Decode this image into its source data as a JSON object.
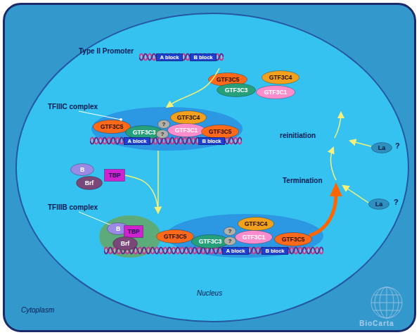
{
  "diagram": {
    "nodes": [
      {
        "text": [
          "Cytoplasm"
        ]
      },
      {
        "text": [
          "Nucleus"
        ],
        "in": 0
      },
      {
        "text": [
          "Type II Promoter"
        ],
        "in": 1
      },
      {
        "text": [
          "A block"
        ],
        "in": 2
      },
      {
        "text": [
          "B block"
        ],
        "in": 2
      },
      {
        "text": [
          "GTF3C5"
        ],
        "in": 1
      },
      {
        "text": [
          "GTF3C4"
        ],
        "in": 1
      },
      {
        "text": [
          "GTF3C3"
        ],
        "in": 1
      },
      {
        "text": [
          "GTF3C1"
        ],
        "in": 1
      },
      {
        "text": [
          "TFIIIC complex"
        ],
        "in": 1
      },
      {
        "text": [
          "GTF3C5"
        ],
        "in": 9
      },
      {
        "text": [
          "GTF3C3"
        ],
        "in": 9
      },
      {
        "text": [
          "?"
        ],
        "in": 9
      },
      {
        "text": [
          "?"
        ],
        "in": 9
      },
      {
        "text": [
          "GTF3C4"
        ],
        "in": 9
      },
      {
        "text": [
          "GTF3C1"
        ],
        "in": 9
      },
      {
        "text": [
          "GTF3C5"
        ],
        "in": 9
      },
      {
        "text": [
          "A block"
        ],
        "in": 9
      },
      {
        "text": [
          "B block"
        ],
        "in": 9
      },
      {
        "text": [
          "B"
        ],
        "in": 1
      },
      {
        "text": [
          "Brf"
        ],
        "in": 1
      },
      {
        "text": [
          "TBP"
        ],
        "in": 1
      },
      {
        "text": [
          "TFIIIB complex"
        ],
        "in": 1
      },
      {
        "text": [
          "B"
        ],
        "in": 22
      },
      {
        "text": [
          "TBP"
        ],
        "in": 22
      },
      {
        "text": [
          "Brf"
        ],
        "in": 22
      },
      {
        "text": [
          "GTF3C5"
        ],
        "in": 22
      },
      {
        "text": [
          "GTF3C3"
        ],
        "in": 22
      },
      {
        "text": [
          "?"
        ],
        "in": 22
      },
      {
        "text": [
          "?"
        ],
        "in": 22
      },
      {
        "text": [
          "GTF3C4"
        ],
        "in": 22
      },
      {
        "text": [
          "GTF3C1"
        ],
        "in": 22
      },
      {
        "text": [
          "GTF3C5"
        ],
        "in": 22
      },
      {
        "text": [
          "A block"
        ],
        "in": 22
      },
      {
        "text": [
          "B block"
        ],
        "in": 22
      },
      {
        "text": [
          "La"
        ],
        "in": 1
      },
      {
        "text": [
          "La"
        ],
        "in": 1
      }
    ],
    "edges": [
      {
        "from": 2,
        "to": 9,
        "arrow": "to"
      },
      {
        "from": 9,
        "to": 22,
        "arrow": "to"
      },
      {
        "from": 21,
        "to": 22,
        "arrow": "to"
      }
    ],
    "labels": [
      "reinitiation",
      "?",
      "Termination",
      "?",
      "BioCarta"
    ]
  }
}
